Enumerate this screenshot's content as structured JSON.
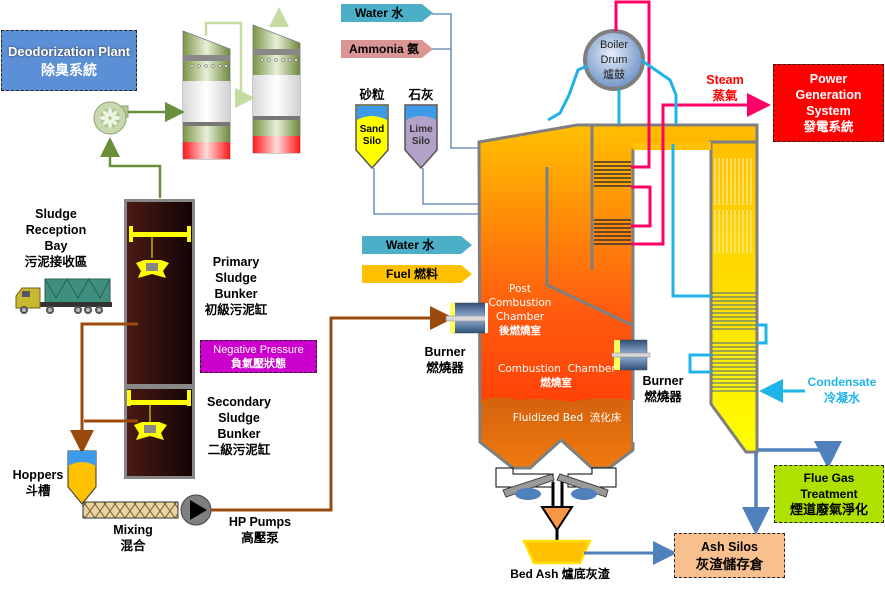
{
  "title": "Sludge Treatment Facility Process Flow",
  "colors": {
    "deodorization_box": "#5b8fd6",
    "power_box": "#ff0000",
    "flue_gas_box": "#aee000",
    "ash_silos_box": "#f8c08e",
    "negative_pressure_box": "#cc00cc",
    "steam_line": "#ff0066",
    "water_line": "#1fb4e8",
    "sludge_line": "#9b4a0c",
    "odor_line": "#6a8f3a",
    "water_tag": "#4bafc8",
    "ammonia_tag": "#d99694",
    "fuel_tag": "#ffc000",
    "furnace_top": "#ffc000",
    "furnace_bottom": "#ff4500"
  },
  "boxes": {
    "deodorization": {
      "en": "Deodorization Plant",
      "zh": "除臭系統"
    },
    "power": {
      "en1": "Power",
      "en2": "Generation",
      "en3": "System",
      "zh": "發電系統"
    },
    "flue_gas": {
      "en1": "Flue Gas",
      "en2": "Treatment",
      "zh": "煙道廢氣淨化"
    },
    "ash_silos": {
      "en": "Ash Silos",
      "zh": "灰渣儲存倉"
    },
    "negative_pressure": {
      "en": "Negative Pressure",
      "zh": "負氣壓狀態"
    }
  },
  "tags": {
    "water_top": "Water 水",
    "ammonia": "Ammonia 氨",
    "water_mid": "Water 水",
    "fuel": "Fuel 燃料"
  },
  "labels": {
    "sludge_reception": {
      "l1": "Sludge",
      "l2": "Reception",
      "l3": "Bay",
      "zh": "污泥接收區"
    },
    "primary_bunker": {
      "l1": "Primary",
      "l2": "Sludge",
      "l3": "Bunker",
      "zh": "初級污泥缸"
    },
    "secondary_bunker": {
      "l1": "Secondary",
      "l2": "Sludge",
      "l3": "Bunker",
      "zh": "二級污泥缸"
    },
    "hoppers": {
      "en": "Hoppers",
      "zh": "斗槽"
    },
    "mixing": {
      "en": "Mixing",
      "zh": "混合"
    },
    "hp_pumps": {
      "en": "HP Pumps",
      "zh": "高壓泵"
    },
    "burner_left": {
      "en": "Burner",
      "zh": "燃燒器"
    },
    "burner_right": {
      "en": "Burner",
      "zh": "燃燒器"
    },
    "sand_silo": {
      "zh": "砂粒",
      "en1": "Sand",
      "en2": "Silo"
    },
    "lime_silo": {
      "zh": "石灰",
      "en1": "Lime",
      "en2": "Silo"
    },
    "boiler_drum": {
      "en1": "Boiler",
      "en2": "Drum",
      "zh": "爐鼓"
    },
    "steam": {
      "en": "Steam",
      "zh": "蒸氣"
    },
    "post_combustion": {
      "l1": "Post",
      "l2": "Combustion",
      "l3": "Chamber",
      "zh": "後燃燒室"
    },
    "combustion_chamber": {
      "en": "Combustion  Chamber",
      "zh": "燃燒室"
    },
    "fluidized_bed": {
      "en": "Fluidized Bed  流化床"
    },
    "condensate": {
      "en": "Condensate",
      "zh": "冷凝水"
    },
    "bed_ash": {
      "en": "Bed Ash 爐底灰渣"
    }
  }
}
